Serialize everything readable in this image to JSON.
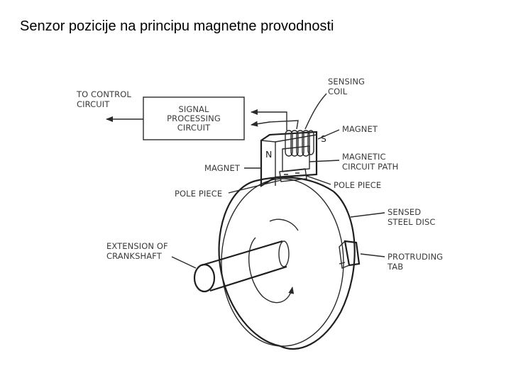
{
  "title": "Senzor pozicije na principu magnetne provodnosti",
  "diagram": {
    "labels": {
      "to_control_circuit": [
        "TO CONTROL",
        "CIRCUIT"
      ],
      "signal_processing": [
        "SIGNAL",
        "PROCESSING",
        "CIRCUIT"
      ],
      "sensing_coil": [
        "SENSING",
        "COIL"
      ],
      "magnet_top": "MAGNET",
      "magnetic_circuit_path": [
        "MAGNETIC",
        "CIRCUIT PATH"
      ],
      "magnet_left": "MAGNET",
      "pole_piece_left": "POLE PIECE",
      "pole_piece_right": "POLE PIECE",
      "sensed_steel_disc": [
        "SENSED",
        "STEEL DISC"
      ],
      "extension_of_crankshaft": [
        "EXTENSION OF",
        "CRANKSHAFT"
      ],
      "protruding_tab": [
        "PROTRUDING",
        "TAB"
      ],
      "pole_n": "N",
      "pole_s": "S"
    }
  }
}
